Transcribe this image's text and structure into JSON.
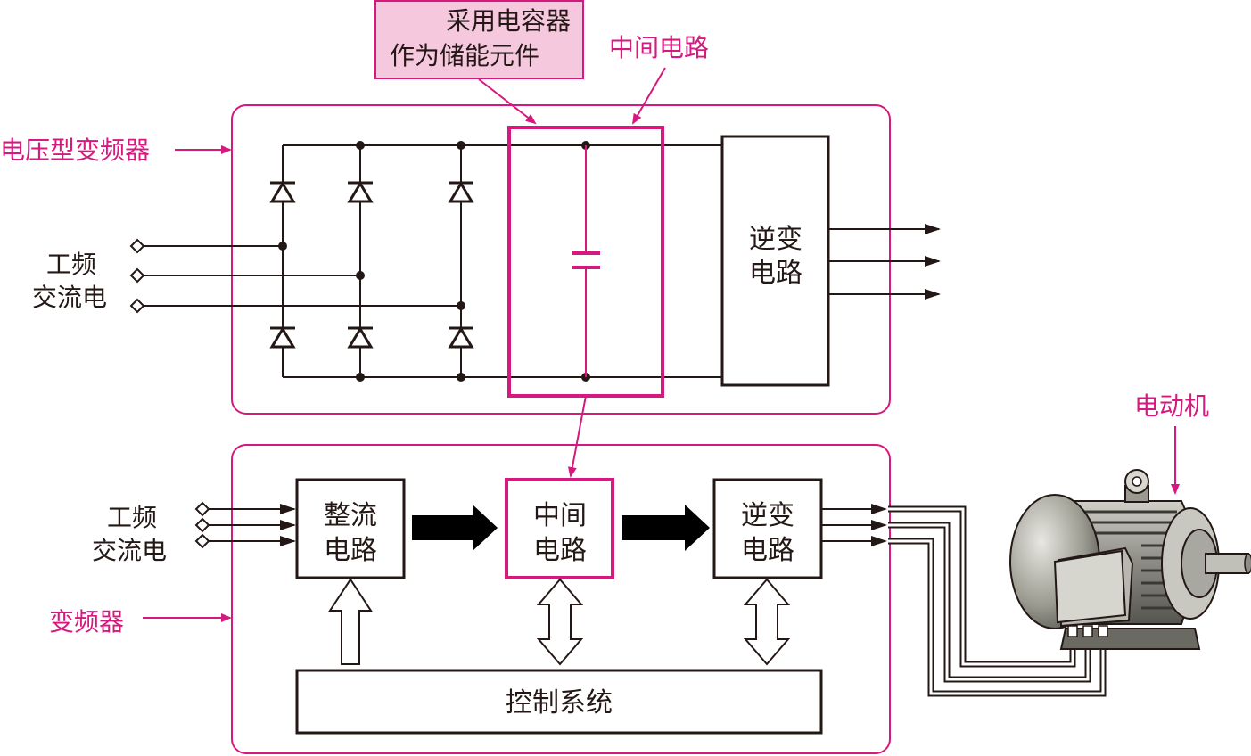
{
  "callout": {
    "line1": "采用电容器",
    "line2": "作为储能元件"
  },
  "labels": {
    "intermediate_circuit": "中间电路",
    "voltage_inverter": "电压型变频器",
    "motor": "电动机",
    "inverter": "变频器"
  },
  "mains": {
    "line1": "工频",
    "line2": "交流电"
  },
  "top_inverter": {
    "line1": "逆变",
    "line2": "电路"
  },
  "blocks": {
    "rectifier": {
      "line1": "整流",
      "line2": "电路"
    },
    "intermediate": {
      "line1": "中间",
      "line2": "电路"
    },
    "inverter": {
      "line1": "逆变",
      "line2": "电路"
    },
    "control": "控制系统"
  },
  "colors": {
    "accent": "#d6197f",
    "callout_fill": "#f6c8dd",
    "line": "#231815"
  }
}
